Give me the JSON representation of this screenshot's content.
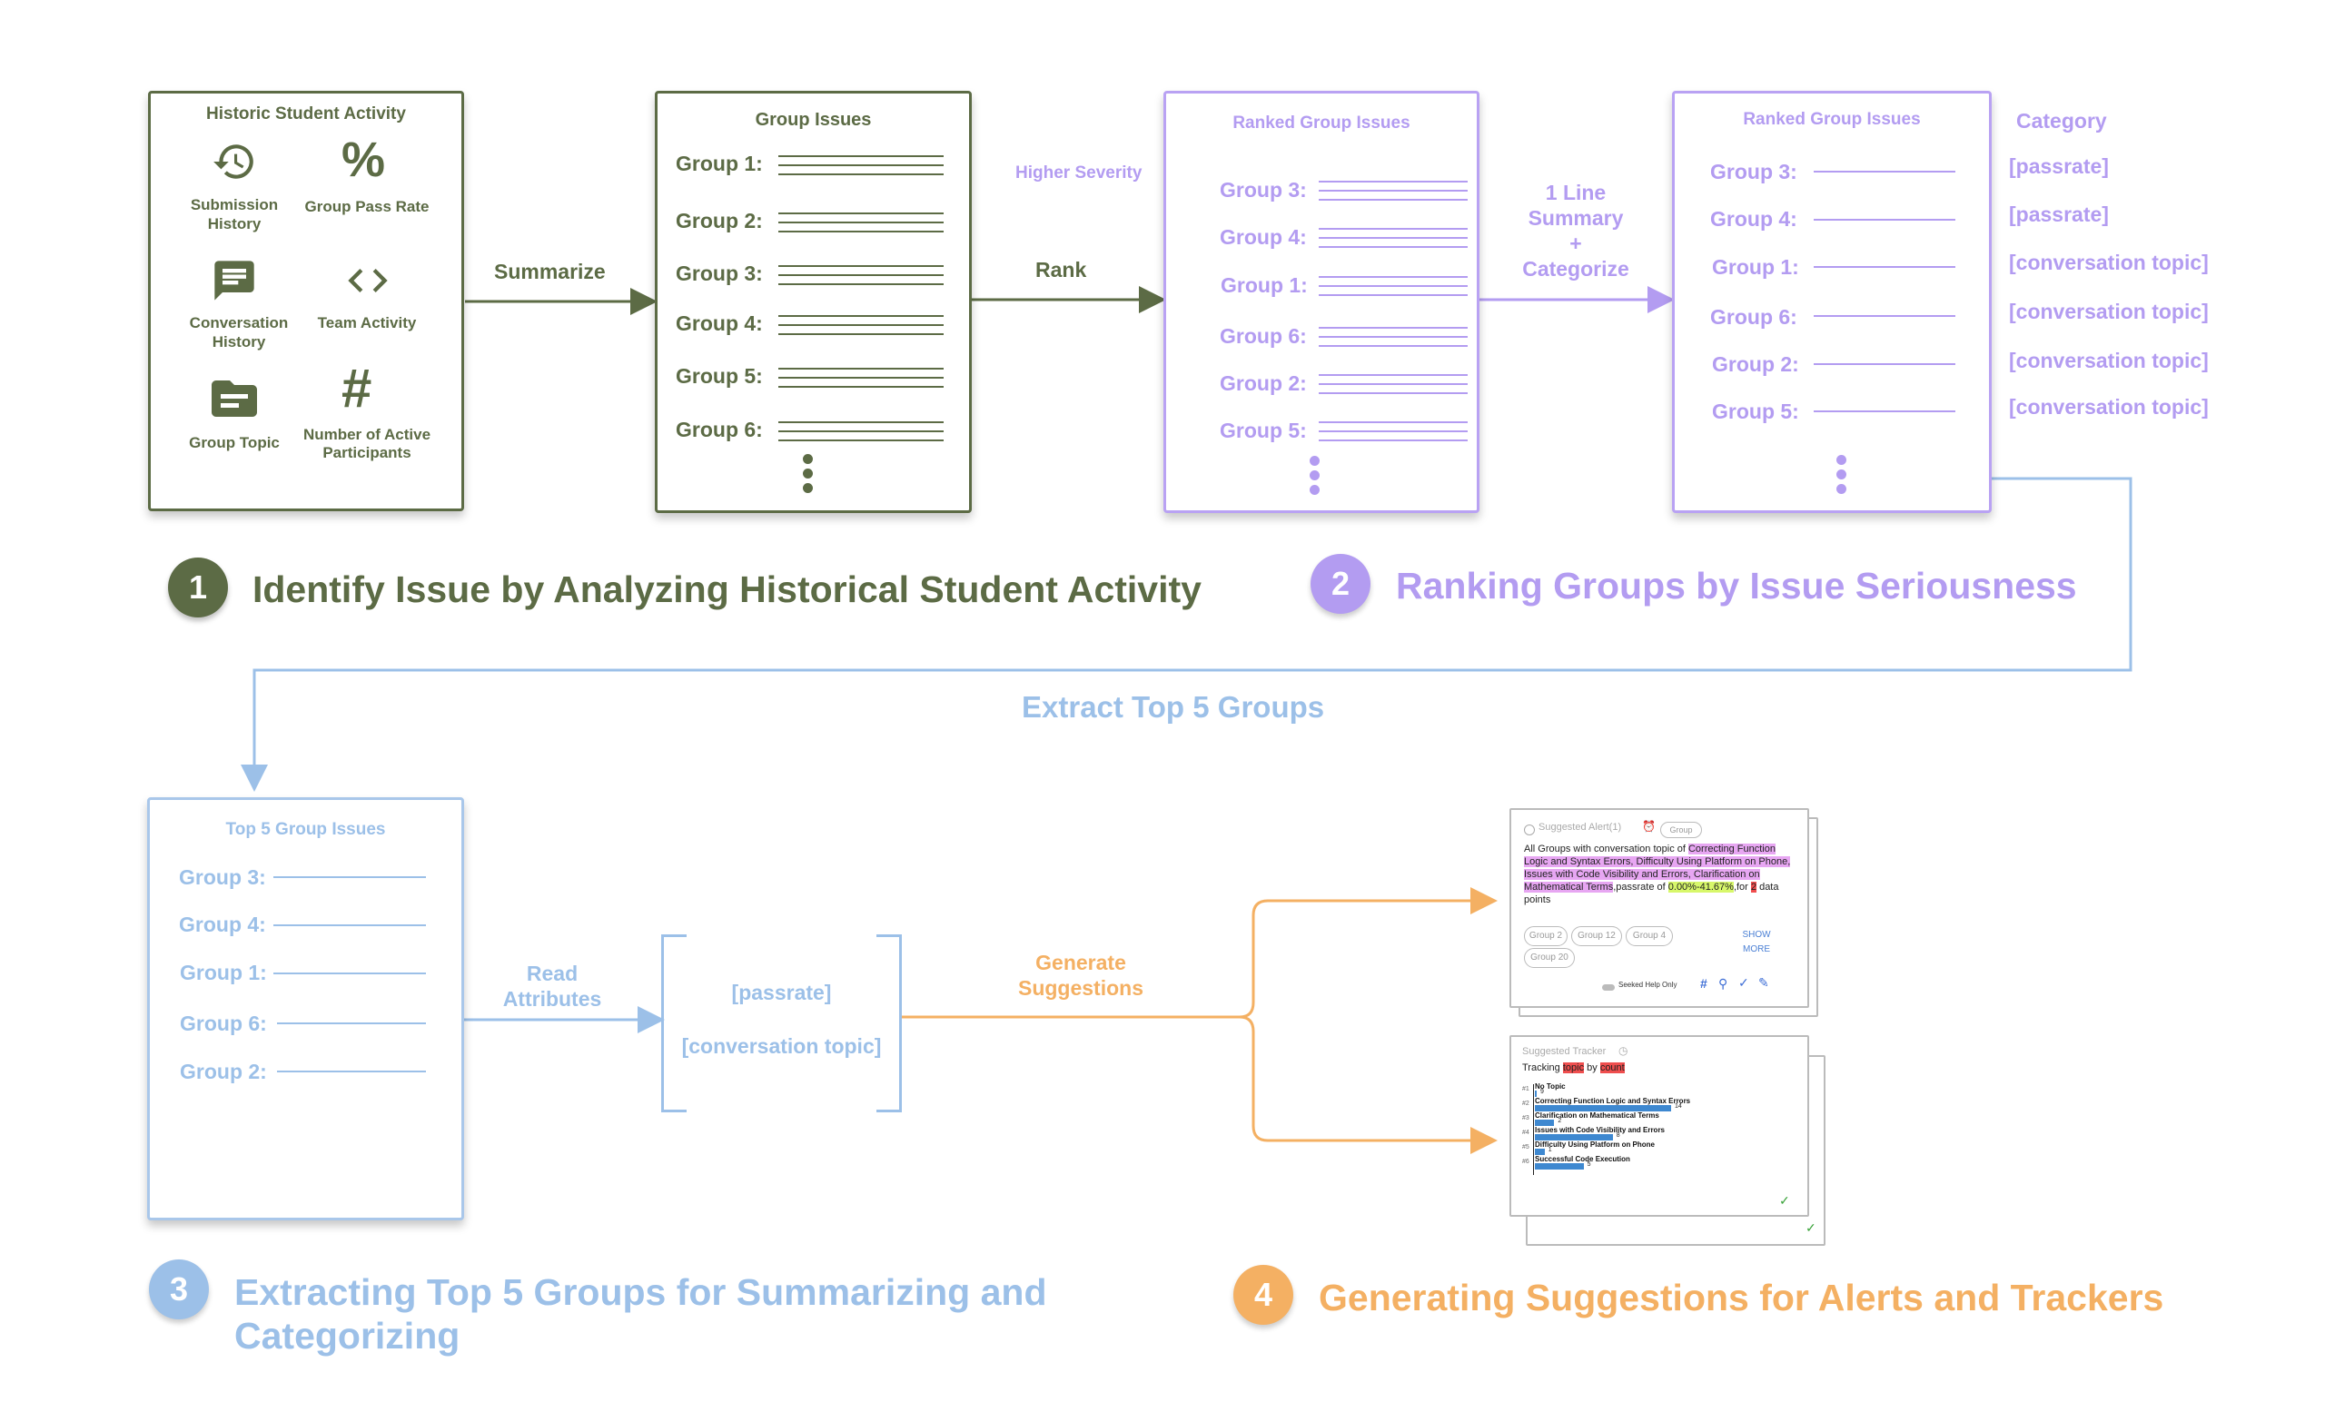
{
  "panel1": {
    "title": "Historic Student Activity",
    "items": [
      {
        "icon": "history-icon",
        "label": "Submission History"
      },
      {
        "icon": "percent-icon",
        "label": "Group Pass Rate"
      },
      {
        "icon": "chat-icon",
        "label": "Conversation History"
      },
      {
        "icon": "code-icon",
        "label": "Team Activity"
      },
      {
        "icon": "folder-icon",
        "label": "Group Topic"
      },
      {
        "icon": "hash-icon",
        "label": "Number of Active Participants"
      }
    ]
  },
  "arrow1": "Summarize",
  "panel2": {
    "title": "Group Issues",
    "groups": [
      "Group 1:",
      "Group 2:",
      "Group 3:",
      "Group 4:",
      "Group 5:",
      "Group 6:"
    ]
  },
  "arrow2": "Rank",
  "severity_label": "Higher Severity",
  "panel3": {
    "title": "Ranked Group Issues",
    "groups": [
      "Group 3:",
      "Group 4:",
      "Group 1:",
      "Group 6:",
      "Group 2:",
      "Group 5:"
    ]
  },
  "arrow3": {
    "line1": "1 Line",
    "line2": "Summary",
    "line3": "+",
    "line4": "Categorize"
  },
  "panel4": {
    "title": "Ranked Group Issues",
    "groups": [
      "Group 3:",
      "Group 4:",
      "Group 1:",
      "Group 6:",
      "Group 2:",
      "Group 5:"
    ]
  },
  "category": {
    "header": "Category",
    "items": [
      "[passrate]",
      "[passrate]",
      "[conversation topic]",
      "[conversation topic]",
      "[conversation topic]",
      "[conversation topic]"
    ]
  },
  "step1": {
    "num": "1",
    "title": "Identify Issue by Analyzing Historical Student Activity"
  },
  "step2": {
    "num": "2",
    "title": "Ranking Groups by Issue Seriousness"
  },
  "extract_label": "Extract Top 5 Groups",
  "panel5": {
    "title": "Top 5 Group Issues",
    "groups": [
      "Group 3:",
      "Group 4:",
      "Group 1:",
      "Group 6:",
      "Group 2:"
    ]
  },
  "read_attr": {
    "line1": "Read",
    "line2": "Attributes"
  },
  "attr_box": {
    "item1": "[passrate]",
    "item2": "[conversation topic]"
  },
  "gen_sugg": {
    "line1": "Generate",
    "line2": "Suggestions"
  },
  "alert_card": {
    "header": "Suggested Alert(1)",
    "chip_group": "Group",
    "text_1": "All Groups with conversation topic of ",
    "text_hl1": "Correcting Function Logic and Syntax Errors, Difficulty Using Platform on Phone, Issues with Code Visibility and Errors, Clarification on Mathematical Terms",
    "text_2": ",passrate of ",
    "text_hl2": "0.00%-41.67%",
    "text_3": ",for ",
    "text_hl3": "2",
    "text_4": " data points",
    "chips": [
      "Group 2",
      "Group 12",
      "Group 4",
      "Group 20"
    ],
    "show_more_1": "SHOW",
    "show_more_2": "MORE",
    "toggle_label": "Seeked Help Only"
  },
  "tracker_card": {
    "header": "Suggested Tracker",
    "t1": "Tracking ",
    "hl1": "topic",
    "t2": " by ",
    "hl2": "count",
    "bars": [
      {
        "rank": "#1",
        "label": "No Topic",
        "value": 0,
        "count": "9"
      },
      {
        "rank": "#2",
        "label": "Correcting Function Logic and Syntax Errors",
        "value": 14,
        "count": "14"
      },
      {
        "rank": "#3",
        "label": "Clarification on Mathematical Terms",
        "value": 2,
        "count": "2"
      },
      {
        "rank": "#4",
        "label": "Issues with Code Visibility and Errors",
        "value": 8,
        "count": "8"
      },
      {
        "rank": "#5",
        "label": "Difficulty Using Platform on Phone",
        "value": 1,
        "count": "1"
      },
      {
        "rank": "#6",
        "label": "Successful Code Execution",
        "value": 5,
        "count": "5"
      }
    ]
  },
  "step3": {
    "num": "3",
    "title_line1": "Extracting Top 5 Groups for Summarizing and",
    "title_line2": "Categorizing"
  },
  "step4": {
    "num": "4",
    "title": "Generating Suggestions for Alerts and Trackers"
  },
  "colors": {
    "green": "#5c6b45",
    "purple": "#b39cf1",
    "blue": "#9cc0e8",
    "orange": "#f4b063"
  }
}
